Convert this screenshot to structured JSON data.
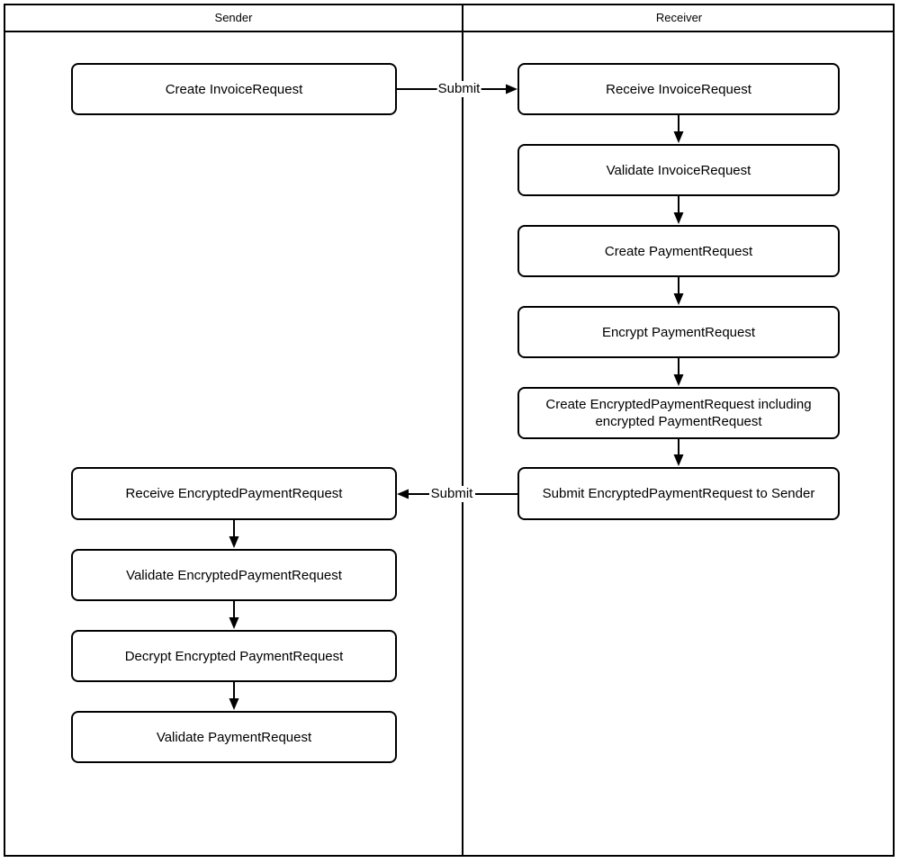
{
  "diagram": {
    "type": "swimlane-flowchart",
    "colors": {
      "line": "#000000",
      "background": "#ffffff",
      "node_fill": "#ffffff"
    },
    "lanes": [
      {
        "label": "Sender"
      },
      {
        "label": "Receiver"
      }
    ],
    "nodes": [
      {
        "label": "Create InvoiceRequest",
        "lane": "Sender"
      },
      {
        "label": "Receive InvoiceRequest",
        "lane": "Receiver"
      },
      {
        "label": "Validate InvoiceRequest",
        "lane": "Receiver"
      },
      {
        "label": "Create PaymentRequest",
        "lane": "Receiver"
      },
      {
        "label": "Encrypt PaymentRequest",
        "lane": "Receiver"
      },
      {
        "label": "Create EncryptedPaymentRequest including encrypted PaymentRequest",
        "lane": "Receiver"
      },
      {
        "label": "Submit EncryptedPaymentRequest to Sender",
        "lane": "Receiver"
      },
      {
        "label": "Receive EncryptedPaymentRequest",
        "lane": "Sender"
      },
      {
        "label": "Validate EncryptedPaymentRequest",
        "lane": "Sender"
      },
      {
        "label": "Decrypt Encrypted PaymentRequest",
        "lane": "Sender"
      },
      {
        "label": "Validate PaymentRequest",
        "lane": "Sender"
      }
    ],
    "edges": [
      {
        "from": "Create InvoiceRequest",
        "to": "Receive InvoiceRequest",
        "label": "Submit"
      },
      {
        "from": "Receive InvoiceRequest",
        "to": "Validate InvoiceRequest",
        "label": ""
      },
      {
        "from": "Validate InvoiceRequest",
        "to": "Create PaymentRequest",
        "label": ""
      },
      {
        "from": "Create PaymentRequest",
        "to": "Encrypt PaymentRequest",
        "label": ""
      },
      {
        "from": "Encrypt PaymentRequest",
        "to": "Create EncryptedPaymentRequest including encrypted PaymentRequest",
        "label": ""
      },
      {
        "from": "Create EncryptedPaymentRequest including encrypted PaymentRequest",
        "to": "Submit EncryptedPaymentRequest to Sender",
        "label": ""
      },
      {
        "from": "Submit EncryptedPaymentRequest to Sender",
        "to": "Receive EncryptedPaymentRequest",
        "label": "Submit"
      },
      {
        "from": "Receive EncryptedPaymentRequest",
        "to": "Validate EncryptedPaymentRequest",
        "label": ""
      },
      {
        "from": "Validate EncryptedPaymentRequest",
        "to": "Decrypt Encrypted PaymentRequest",
        "label": ""
      },
      {
        "from": "Decrypt Encrypted PaymentRequest",
        "to": "Validate PaymentRequest",
        "label": ""
      }
    ]
  }
}
